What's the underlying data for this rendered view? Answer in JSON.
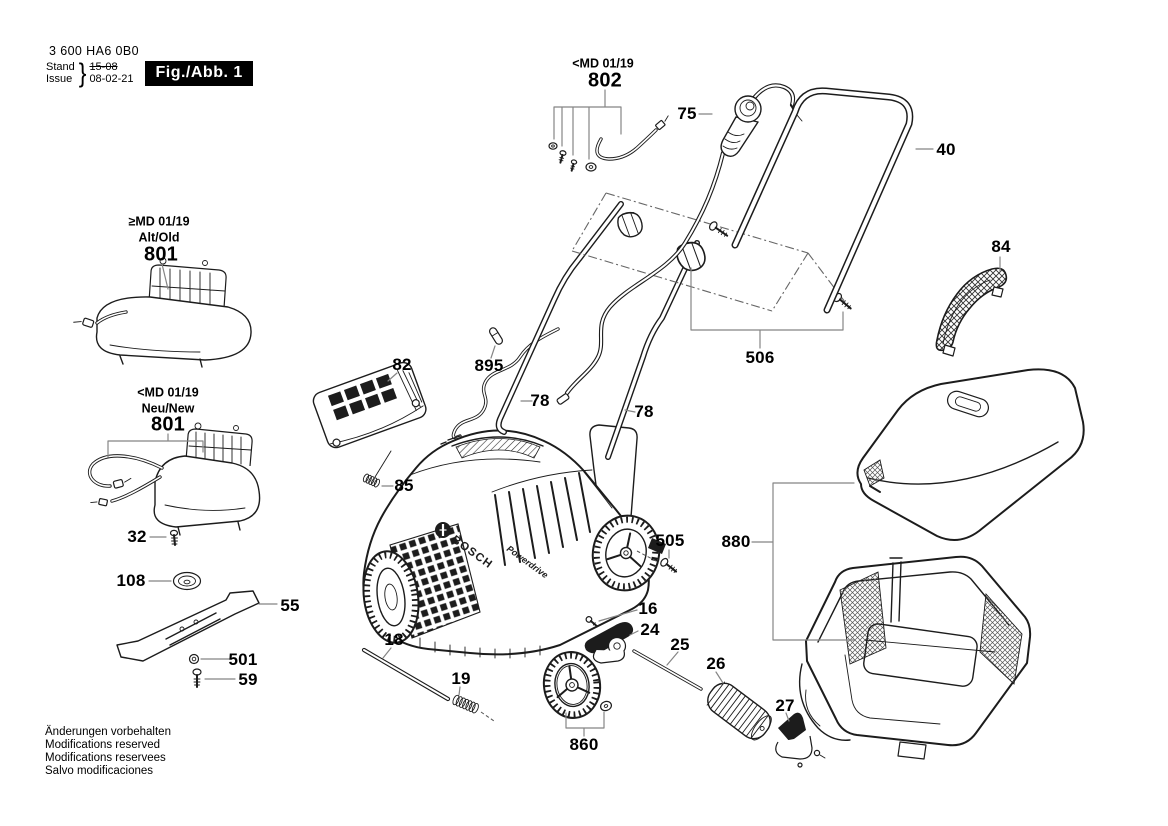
{
  "document": {
    "part_number": "3 600 HA6 0B0",
    "stand_label": "Stand",
    "issue_label": "Issue",
    "stand_value_old": "15-08",
    "issue_value": "08-02-21",
    "figure_label": "Fig./Abb. 1"
  },
  "revisions": {
    "old_unit": {
      "code": "≥MD 01/19",
      "variant": "Alt/Old",
      "part": "801"
    },
    "new_unit": {
      "code": "<MD 01/19",
      "variant": "Neu/New",
      "part": "801"
    },
    "cable_kit": {
      "code": "<MD 01/19",
      "part": "802"
    }
  },
  "branding": {
    "logo": "BOSCH",
    "deck_text": "Powerdrive"
  },
  "part_labels": {
    "p75": "75",
    "p40": "40",
    "p84": "84",
    "p506": "506",
    "p895": "895",
    "p82": "82",
    "p78a": "78",
    "p78b": "78",
    "p85": "85",
    "p505": "505",
    "p880": "880",
    "p32": "32",
    "p108": "108",
    "p55": "55",
    "p501": "501",
    "p59": "59",
    "p18": "18",
    "p19": "19",
    "p860": "860",
    "p16": "16",
    "p24": "24",
    "p25": "25",
    "p26": "26",
    "p27": "27"
  },
  "footer": {
    "line1": "Änderungen vorbehalten",
    "line2": "Modifications reserved",
    "line3": "Modifications reservees",
    "line4": "Salvo modificaciones"
  }
}
